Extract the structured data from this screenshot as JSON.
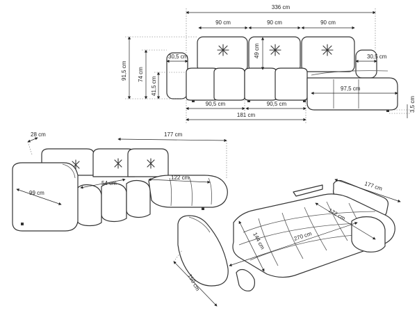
{
  "front_view": {
    "overall_width": "336 cm",
    "back_cushion_width_1": "90 cm",
    "back_cushion_width_2": "90 cm",
    "back_cushion_width_3": "90 cm",
    "left_arm_width": "30,5 cm",
    "right_arm_width": "30,5 cm",
    "back_cushion_height": "49 cm",
    "total_height": "91,5 cm",
    "arm_height": "74 cm",
    "seat_height": "41,5 cm",
    "chaise_depth": "97,5 cm",
    "leg_height": "3,5 cm",
    "seat_module_1": "90,5 cm",
    "seat_module_2": "90,5 cm",
    "seat_total": "181 cm"
  },
  "perspective_view": {
    "arm_thickness": "28 cm",
    "overall_depth": "177 cm",
    "seat_depth": "54 cm",
    "chaise_length": "122 cm",
    "arm_depth": "99 cm"
  },
  "bed_view": {
    "overall_depth": "177 cm",
    "sleeping_width": "172 cm",
    "bed_length": "270 cm",
    "sleeping_depth": "144 cm",
    "arm_depth": "150 cm"
  }
}
